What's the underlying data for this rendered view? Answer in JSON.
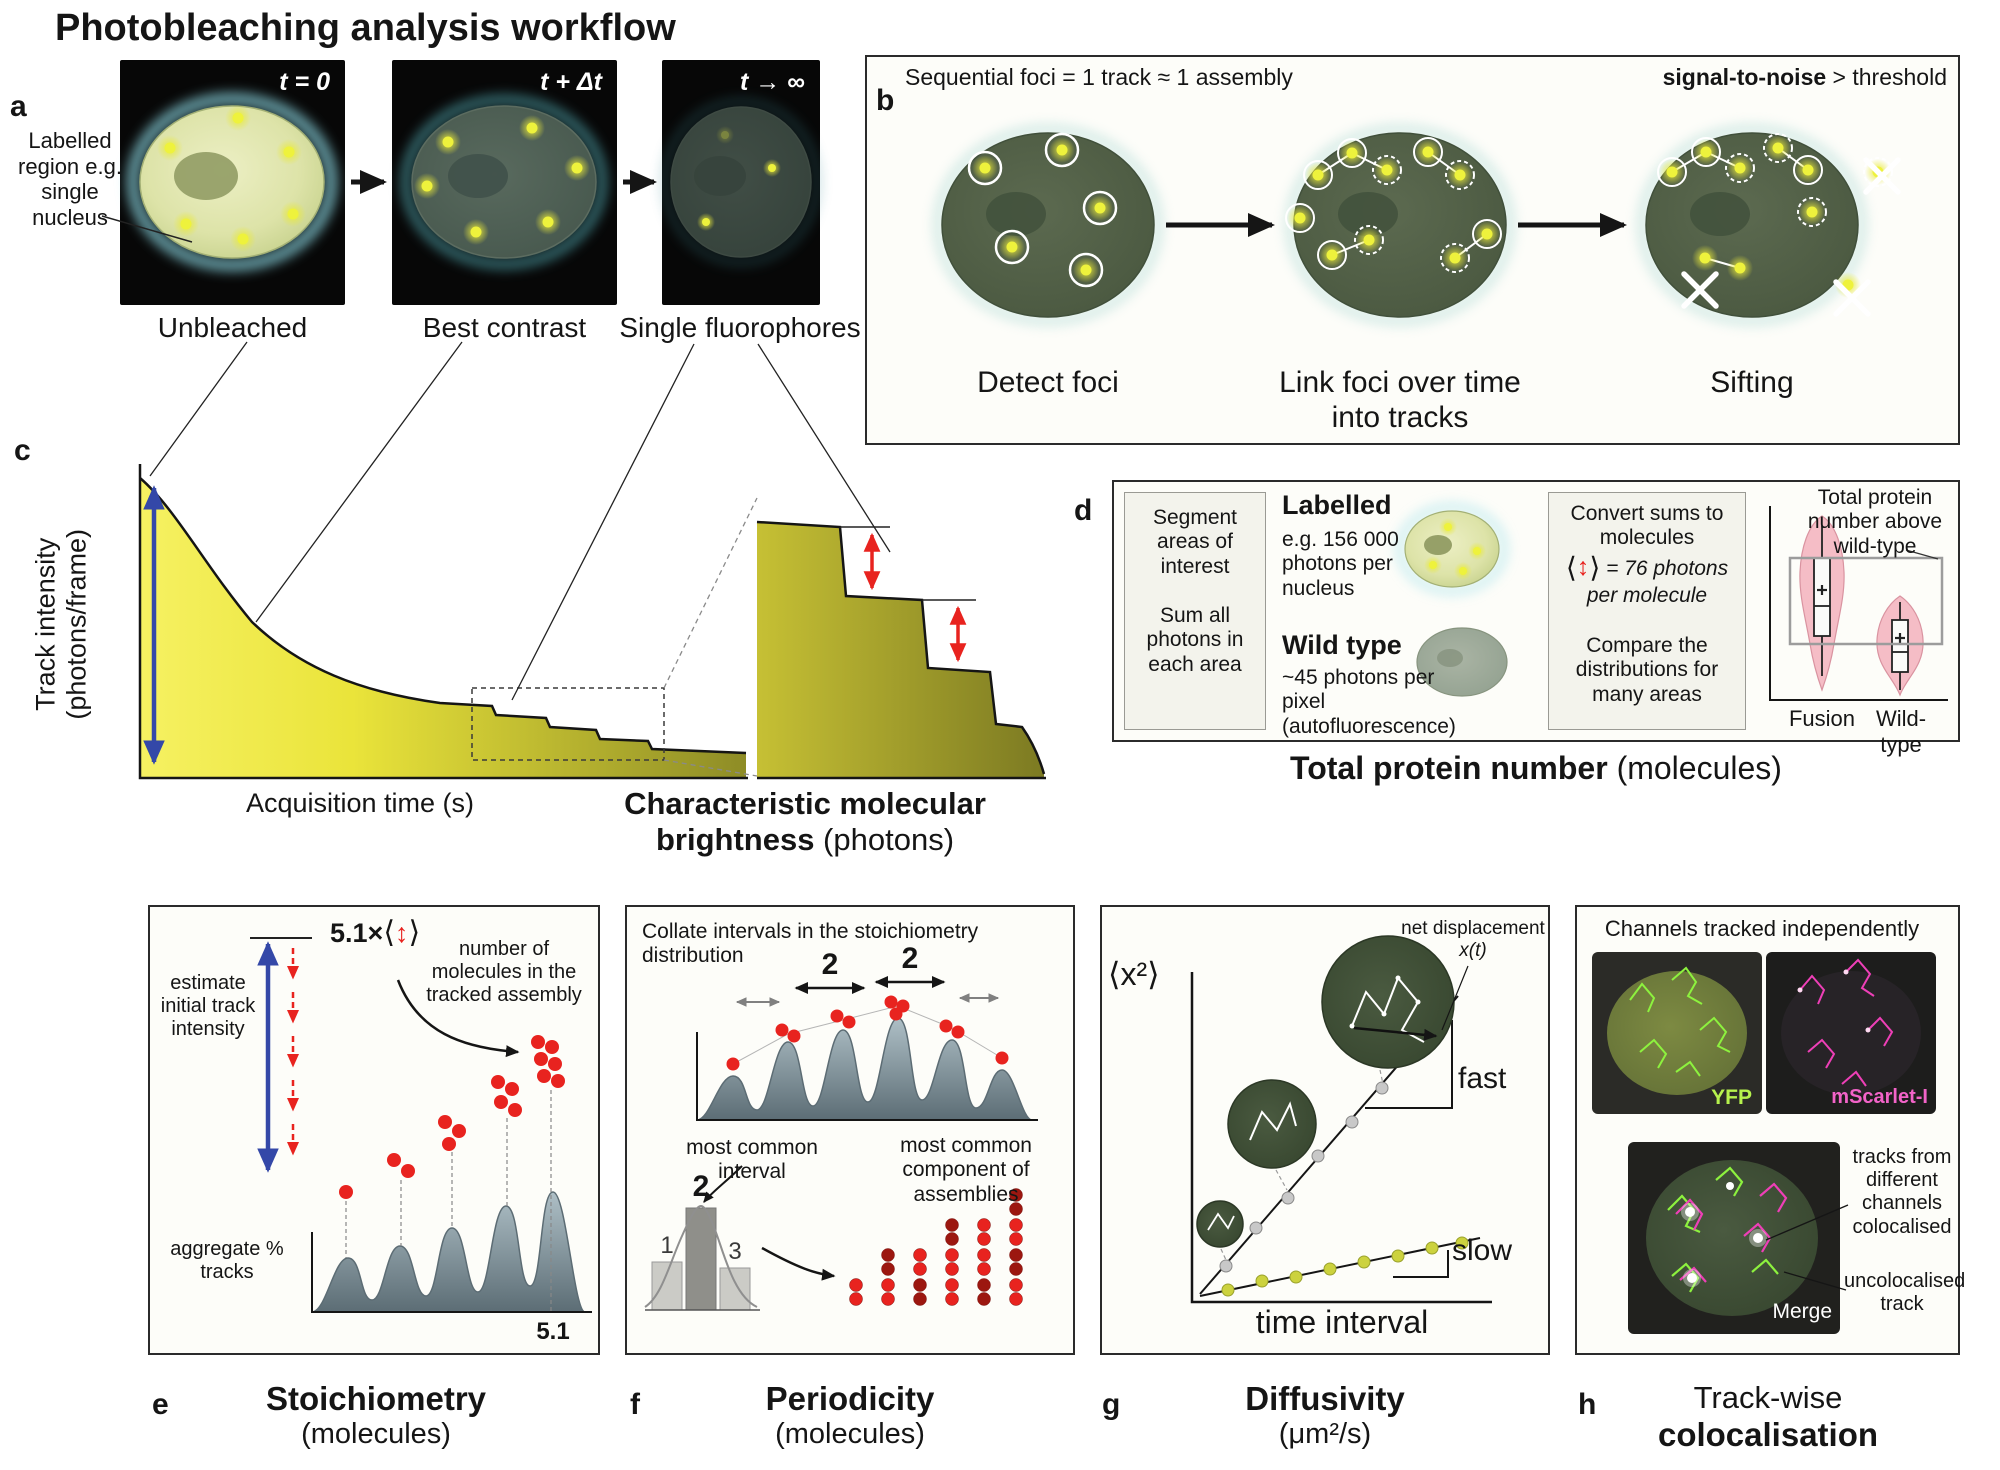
{
  "title": "Photobleaching analysis workflow",
  "panel_a": {
    "label": "a",
    "annotation": "Labelled region e.g. single nucleus",
    "frames": [
      {
        "time": "t = 0",
        "caption": "Unbleached"
      },
      {
        "time": "t + Δt",
        "caption": "Best contrast"
      },
      {
        "time": "t → ∞",
        "caption": "Single fluorophores"
      }
    ]
  },
  "panel_b": {
    "label": "b",
    "header_left": "Sequential foci = 1 track ≈ 1 assembly",
    "header_right_bold": "signal-to-noise",
    "header_right_rest": " > threshold",
    "captions": [
      "Detect foci",
      "Link foci over time into tracks",
      "Sifting"
    ]
  },
  "panel_c": {
    "label": "c",
    "y_axis": "Track intensity (photons/frame)",
    "x_axis": "Acquisition time (s)",
    "caption_bold": "Characteristic molecular brightness",
    "caption_rest": " (photons)"
  },
  "panel_d": {
    "label": "d",
    "segment_top": "Segment areas of interest",
    "segment_bottom": "Sum all photons in each area",
    "labelled_title": "Labelled",
    "labelled_text": "e.g. 156 000 photons per nucleus",
    "wildtype_title": "Wild type",
    "wildtype_text": "~45 photons per pixel (autofluorescence)",
    "convert_text": "Convert sums to molecules",
    "bracket_left": "⟨",
    "arrow_symbol": "↕",
    "bracket_right": "⟩",
    "photons_per_molecule": " = 76 photons per molecule",
    "compare_text": "Compare the distributions for many areas",
    "violin_note": "Total protein number above wild-type",
    "x_labels": [
      "Fusion",
      "Wild-type"
    ],
    "caption_bold": "Total protein number",
    "caption_rest": " (molecules)"
  },
  "panel_e": {
    "label": "e",
    "estimate_text": "estimate initial track intensity",
    "multiplier": "5.1×",
    "bracket_left": "⟨",
    "arrow_symbol": "↕",
    "bracket_right": "⟩",
    "molecules_text": "number of molecules in the tracked assembly",
    "aggregate_text": "aggregate % tracks",
    "axis_value": "5.1",
    "caption": "Stoichiometry",
    "caption_unit": "(molecules)"
  },
  "panel_f": {
    "label": "f",
    "collate_text": "Collate intervals in the stoichiometry distribution",
    "interval_labels": [
      "2",
      "2"
    ],
    "most_common_interval": "most common interval",
    "hist_labels": [
      "1",
      "2",
      "3"
    ],
    "most_common_component": "most common component of assemblies",
    "caption": "Periodicity",
    "caption_unit": "(molecules)"
  },
  "panel_g": {
    "label": "g",
    "y_label": "⟨x²⟩",
    "x_label": "time interval",
    "net_displacement": "net displacement",
    "displacement_var": "x(t)",
    "fast_label": "fast",
    "slow_label": "slow",
    "caption": "Diffusivity",
    "caption_unit": "(μm²/s)"
  },
  "panel_h": {
    "label": "h",
    "header": "Channels tracked independently",
    "channel_left": "YFP",
    "channel_right": "mScarlet-I",
    "merge_label": "Merge",
    "colocalised_text": "tracks from different channels colocalised",
    "uncolocalised_text": "uncolocalised track",
    "caption_line1": "Track-wise",
    "caption_line2": "colocalisation"
  },
  "colors": {
    "focus_yellow": "#eef23c",
    "bleach_red": "#e8231f",
    "intensity_blue": "#3448a8",
    "violin_pink": "#f5bdc6",
    "yfp_green": "#8df23e",
    "mscarlet_magenta": "#ee3fb7",
    "histogram_slate": "#7e919b",
    "curve_yellow": "#e8e438"
  }
}
